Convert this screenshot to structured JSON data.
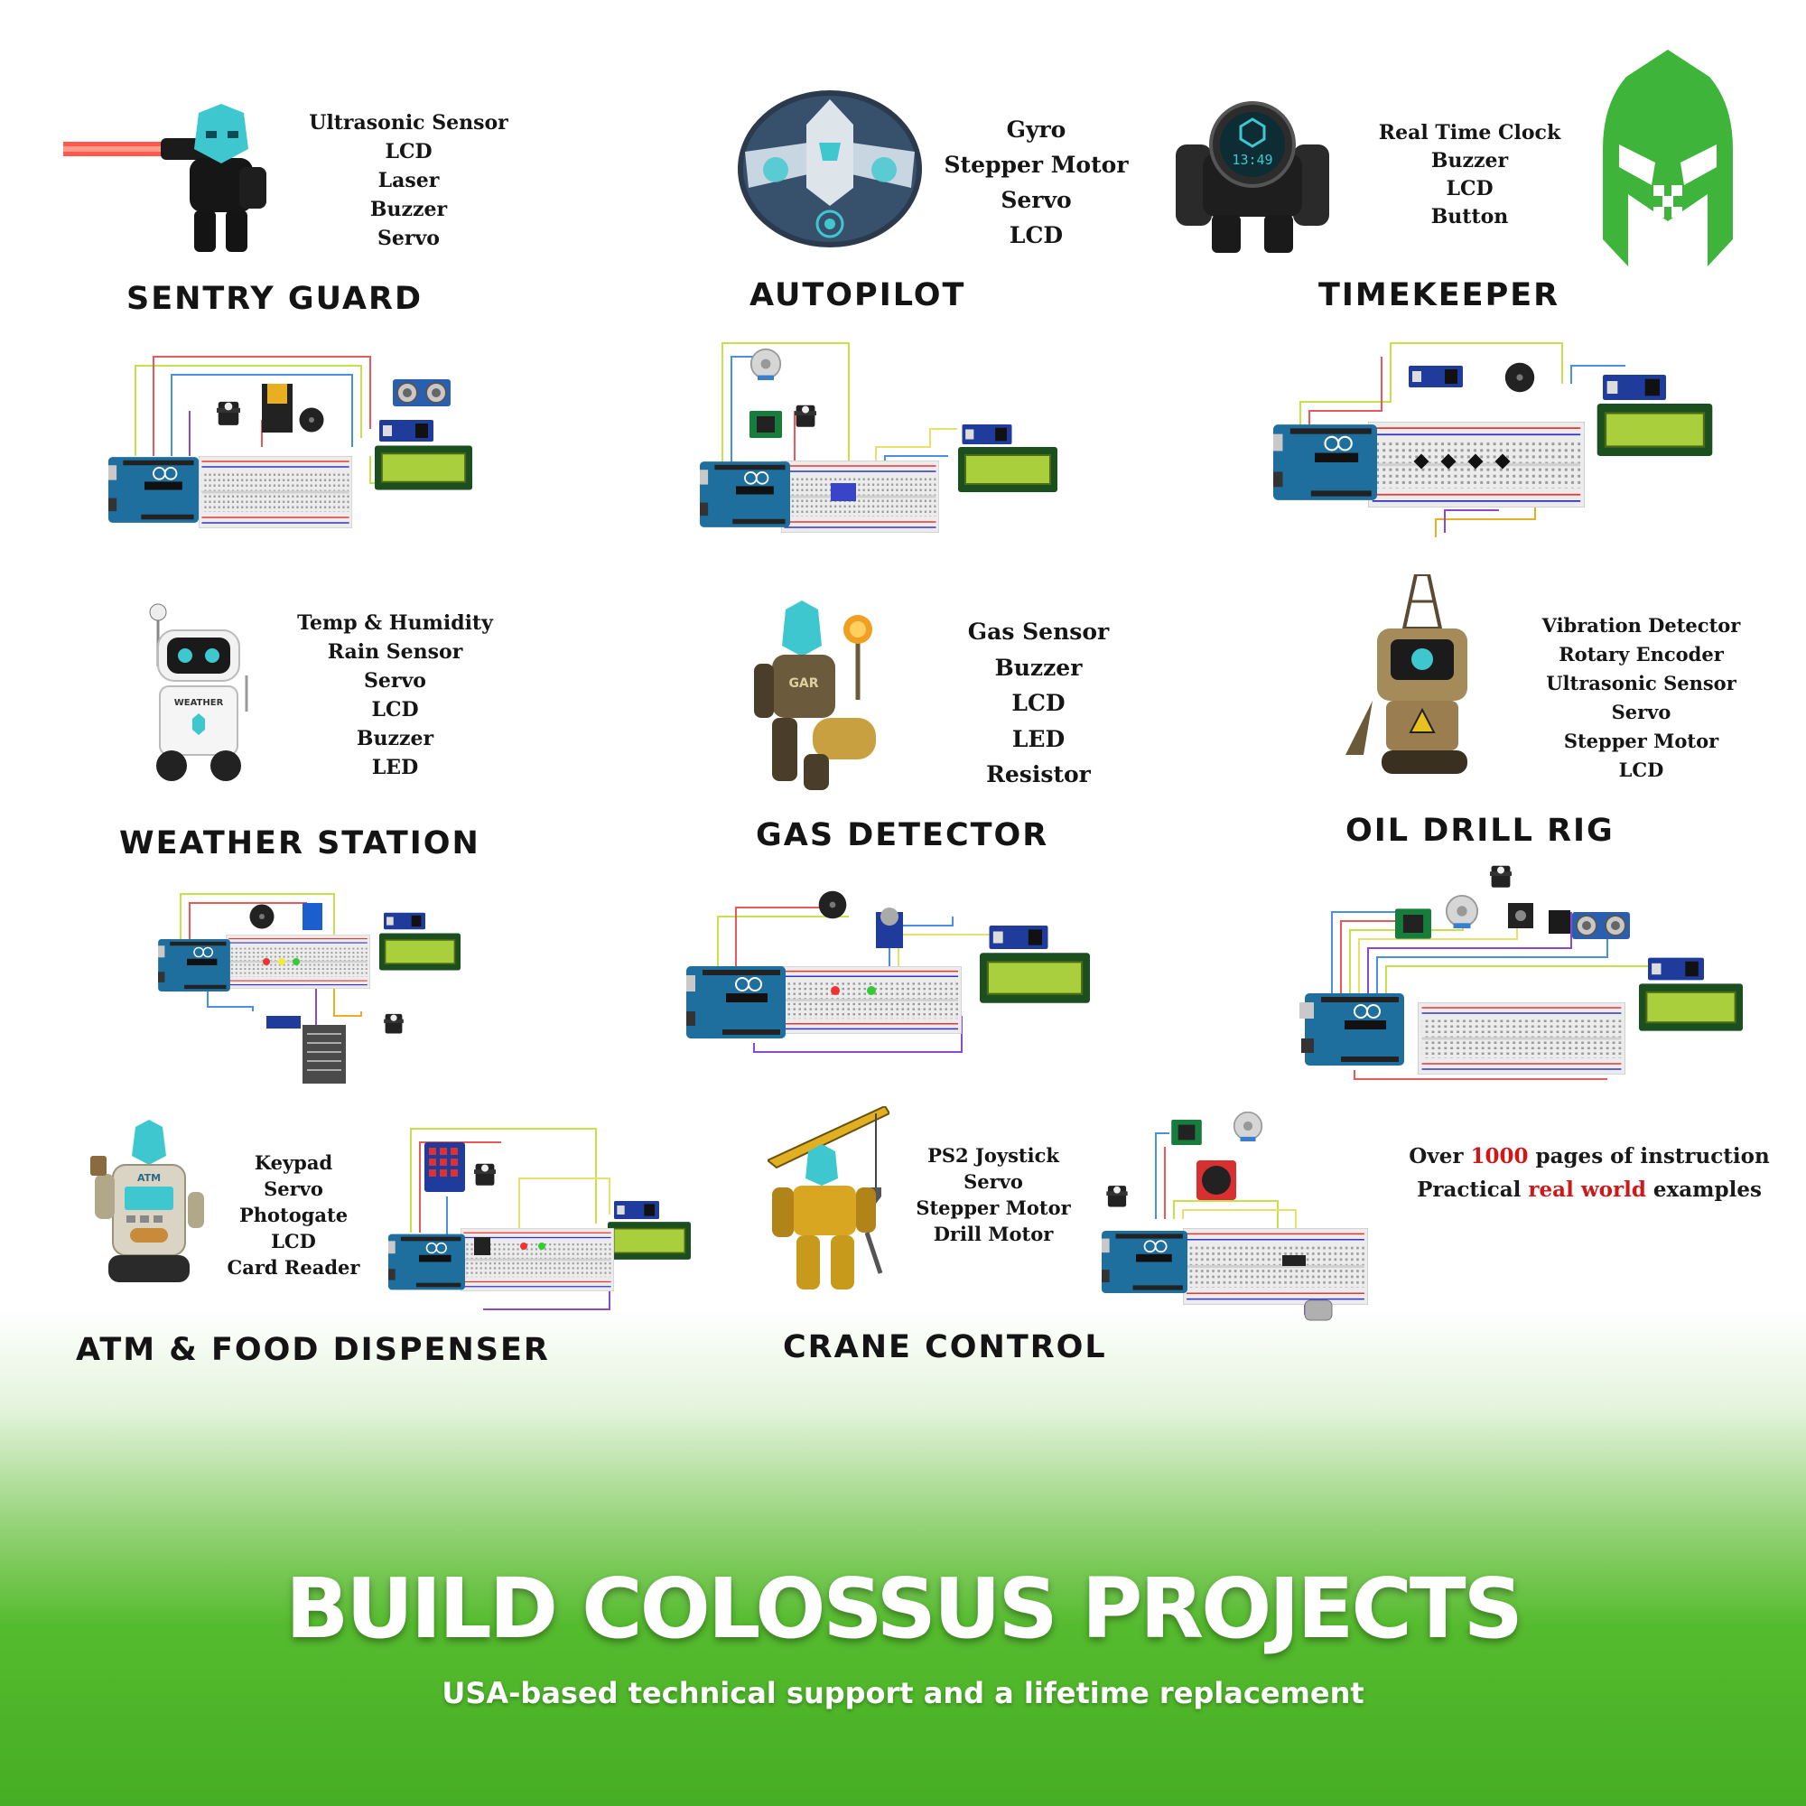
{
  "projects": [
    {
      "title": "SENTRY GUARD",
      "parts": [
        "Ultrasonic Sensor",
        "LCD",
        "Laser",
        "Buzzer",
        "Servo"
      ]
    },
    {
      "title": "AUTOPILOT",
      "parts": [
        "Gyro",
        "Stepper Motor",
        "Servo",
        "LCD"
      ]
    },
    {
      "title": "TIMEKEEPER",
      "parts": [
        "Real Time Clock",
        "Buzzer",
        "LCD",
        "Button"
      ]
    },
    {
      "title": "WEATHER STATION",
      "parts": [
        "Temp & Humidity",
        "Rain Sensor",
        "Servo",
        "LCD",
        "Buzzer",
        "LED"
      ]
    },
    {
      "title": "GAS DETECTOR",
      "parts": [
        "Gas Sensor",
        "Buzzer",
        "LCD",
        "LED",
        "Resistor"
      ]
    },
    {
      "title": "OIL DRILL RIG",
      "parts": [
        "Vibration Detector",
        "Rotary Encoder",
        "Ultrasonic Sensor",
        "Servo",
        "Stepper Motor",
        "LCD"
      ]
    },
    {
      "title": "ATM & FOOD DISPENSER",
      "parts": [
        "Keypad",
        "Servo",
        "Photogate",
        "LCD",
        "Card Reader"
      ]
    },
    {
      "title": "CRANE CONTROL",
      "parts": [
        "PS2 Joystick",
        "Servo",
        "Stepper Motor",
        "Drill Motor"
      ]
    }
  ],
  "tagline": {
    "line1_a": "Over ",
    "line1_b": "1000",
    "line1_c": " pages of instruction",
    "line2_a": "Practical ",
    "line2_b": "real world",
    "line2_c": " examples"
  },
  "clock_display": "13:49",
  "labels": {
    "weather": "WEATHER",
    "gas": "GAR",
    "atm": "ATM"
  },
  "headline": "BUILD COLOSSUS PROJECTS",
  "subline": "USA-based technical support and a lifetime replacement",
  "colors": {
    "brand_green": "#3eb53a",
    "highlight_red": "#d01818",
    "teal": "#3fc7cf",
    "arduino_blue": "#1e6e9e",
    "lcd_green": "#a9cf3c"
  }
}
